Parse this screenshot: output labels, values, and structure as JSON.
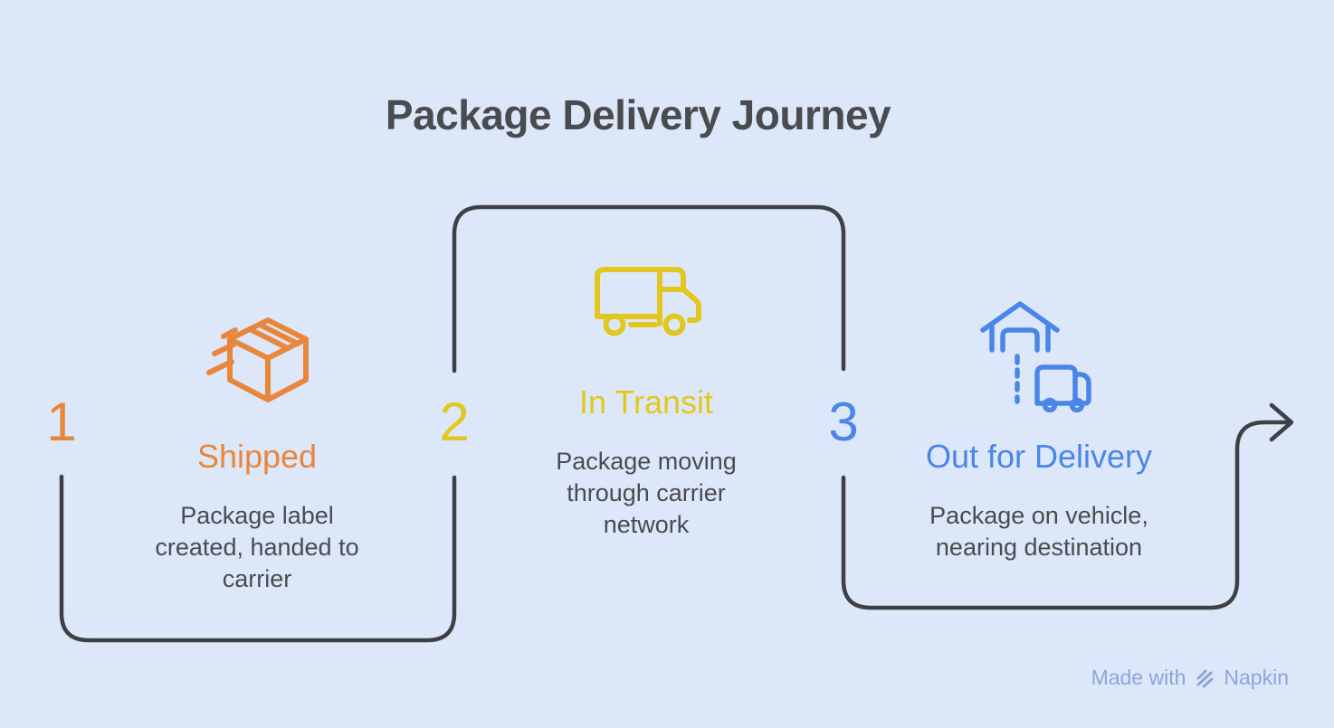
{
  "title": "Package Delivery Journey",
  "colors": {
    "background": "#dde7fa",
    "text": "#4a4b4e",
    "connector": "#3e4044"
  },
  "steps": [
    {
      "number": "1",
      "label": "Shipped",
      "description": "Package label created, handed to carrier",
      "lines": [
        "Package label",
        "created, handed to",
        "carrier"
      ],
      "color": "#e8873b",
      "icon": "shipping-box-icon"
    },
    {
      "number": "2",
      "label": "In Transit",
      "description": "Package moving through carrier network",
      "lines": [
        "Package moving",
        "through carrier",
        "network"
      ],
      "color": "#e2c71e",
      "icon": "delivery-truck-icon"
    },
    {
      "number": "3",
      "label": "Out for Delivery",
      "description": "Package on vehicle, nearing destination",
      "lines": [
        "Package on vehicle,",
        "nearing destination"
      ],
      "color": "#4a86e8",
      "icon": "home-delivery-icon"
    }
  ],
  "footer": {
    "text_prefix": "Made with",
    "brand": "Napkin",
    "color": "#8da5d6",
    "logo": "napkin-logo-icon"
  }
}
